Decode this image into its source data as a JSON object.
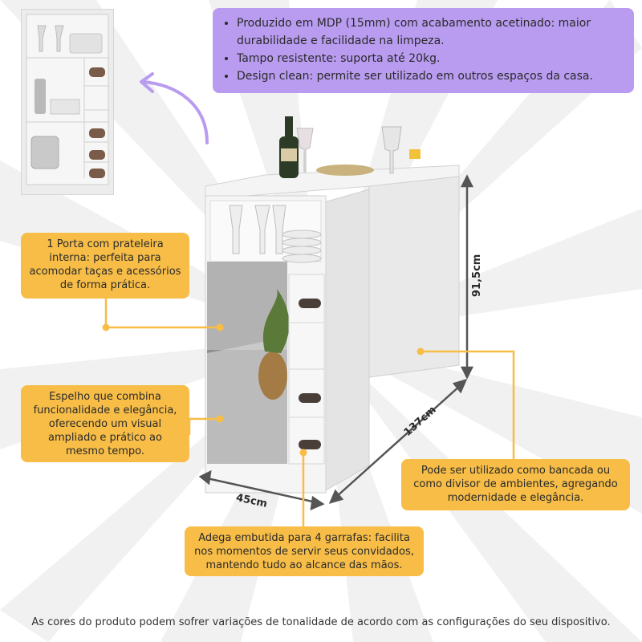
{
  "features": [
    "Produzido em MDP (15mm) com acabamento acetinado: maior durabilidade e facilidade na limpeza.",
    "Tampo resistente: suporta até 20kg.",
    "Design clean: permite ser utilizado em outros espaços da casa."
  ],
  "callouts": {
    "door": "1 Porta com prateleira interna: perfeita para acomodar taças e acessórios de forma prática.",
    "mirror": "Espelho que combina funcionalidade e elegância, oferecendo um visual ampliado e prático ao mesmo tempo.",
    "counter": "Pode ser utilizado como bancada ou como divisor de ambientes, agregando modernidade e elegância.",
    "wine": "Adega embutida para 4 garrafas: facilita nos momentos de servir seus convidados, mantendo tudo ao alcance das mãos."
  },
  "dimensions": {
    "height": "91,5cm",
    "width": "137cm",
    "depth": "45cm"
  },
  "disclaimer": "As cores do produto podem sofrer variações de tonalidade de acordo com as configurações do seu dispositivo.",
  "colors": {
    "callout": "#f7bd47",
    "features": "#b99cf0",
    "arrow": "#b99cf0",
    "dimension_line": "#555555"
  }
}
